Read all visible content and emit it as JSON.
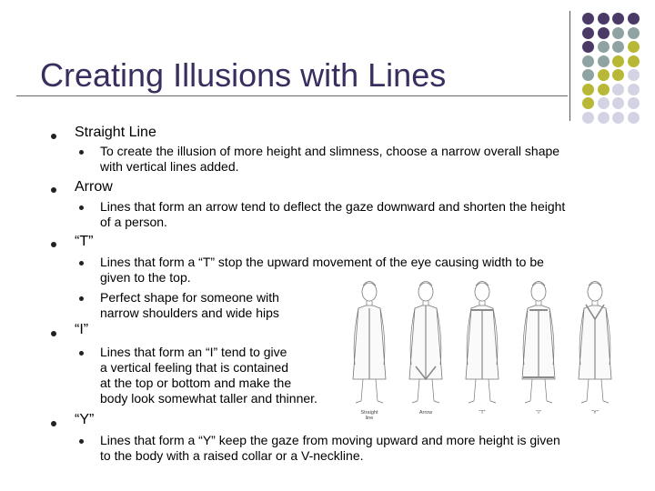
{
  "title": "Creating Illusions with Lines",
  "colors": {
    "title": "#3a2e5e",
    "purple": "#4b3a68",
    "teal": "#8fa3a3",
    "olive": "#b8b836",
    "lavender": "#d3d3e3"
  },
  "bullets": [
    {
      "label": "Straight Line",
      "subs": [
        "To create the illusion of more height and slimness, choose a narrow overall shape\nwith vertical lines added."
      ]
    },
    {
      "label": "Arrow",
      "subs": [
        "Lines that form an arrow tend to deflect the gaze downward and shorten the height\nof a person."
      ]
    },
    {
      "label": "“T”",
      "subs": [
        "Lines that form a “T” stop the upward movement of the eye causing width to be\ngiven to the top.",
        "Perfect shape for someone with\nnarrow shoulders and wide hips"
      ]
    },
    {
      "label": "“I”",
      "subs": [
        "Lines that form an “I” tend to give\na vertical feeling that is contained\nat the top or bottom and make the\nbody look somewhat taller and thinner."
      ]
    },
    {
      "label": "“Y”",
      "subs": [
        "Lines that form a “Y” keep the gaze from moving upward and more height is given\nto the body with a raised collar or a V-neckline."
      ]
    }
  ],
  "figures": {
    "captions": [
      "Straight\nline",
      "Arrow",
      "“T”",
      "“I”",
      "“Y”"
    ]
  }
}
